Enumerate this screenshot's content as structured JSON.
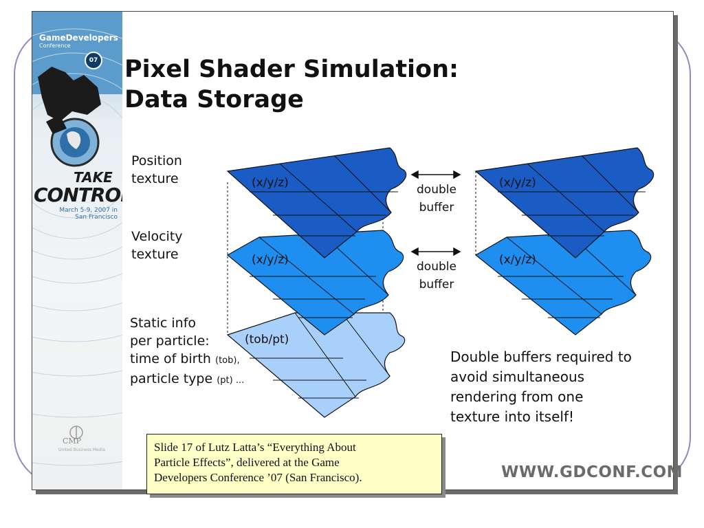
{
  "slide": {
    "title_line1": "Pixel Shader Simulation:",
    "title_line2": "Data Storage",
    "labels": {
      "position_line1": "Position",
      "position_line2": "texture",
      "velocity_line1": "Velocity",
      "velocity_line2": "texture",
      "static_line1": "Static info",
      "static_line2": "per particle:",
      "static_line3_main": "time of birth",
      "static_line3_small": "(tob),",
      "static_line4_main": "particle type",
      "static_line4_small": "(pt) ..."
    },
    "texture_labels": {
      "position": "(x/y/z)",
      "velocity": "(x/y/z)",
      "static": "(tob/pt)"
    },
    "double_buffer": {
      "line1": "double",
      "line2": "buffer"
    },
    "note_lines": [
      "Double buffers required to",
      "avoid simultaneous",
      "rendering from one",
      "texture into itself!"
    ],
    "url": "WWW.GDCONF.COM"
  },
  "sidebar": {
    "logo_main": "GameDevelopers",
    "logo_sub": "Conference",
    "badge": "07",
    "take": "TAKE",
    "control": "CONTROL",
    "dates_line1": "March 5-9, 2007 in",
    "dates_line2": "San Francisco",
    "cmp": "CMP",
    "cmp_sub": "United Business Media"
  },
  "caption": {
    "line1": "Slide 17 of Lutz Latta’s “Everything About",
    "line2": "Particle Effects”, delivered at the Game",
    "line3": "Developers Conference ’07 (San Francisco)."
  },
  "colors": {
    "position_texture": "#1a5cc4",
    "velocity_texture": "#1e8ef0",
    "static_texture": "#a8d0fa",
    "frame": "#8c8cc0",
    "caption_bg": "#ffffc8"
  }
}
